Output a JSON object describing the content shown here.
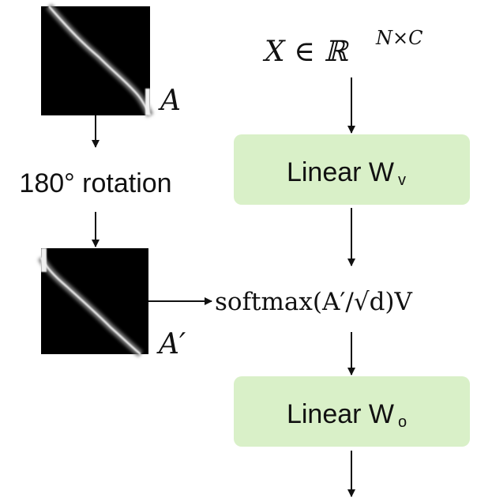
{
  "input": {
    "text": "X ∈ ℝ",
    "superscript": "N×C"
  },
  "linear_v": {
    "label": "Linear W",
    "subscript": "v"
  },
  "softmax": {
    "text": "softmax(A′/√d)V"
  },
  "linear_o": {
    "label": "Linear W",
    "subscript": "o"
  },
  "rotation": {
    "label": "180° rotation"
  },
  "matrix_a": {
    "label": "A"
  },
  "matrix_a_prime": {
    "label": "A′"
  },
  "colors": {
    "box_fill": "#d9f0c8",
    "arrow": "#111111",
    "matrix_bg": "#000000",
    "diagonal": "#bdbdbd"
  }
}
